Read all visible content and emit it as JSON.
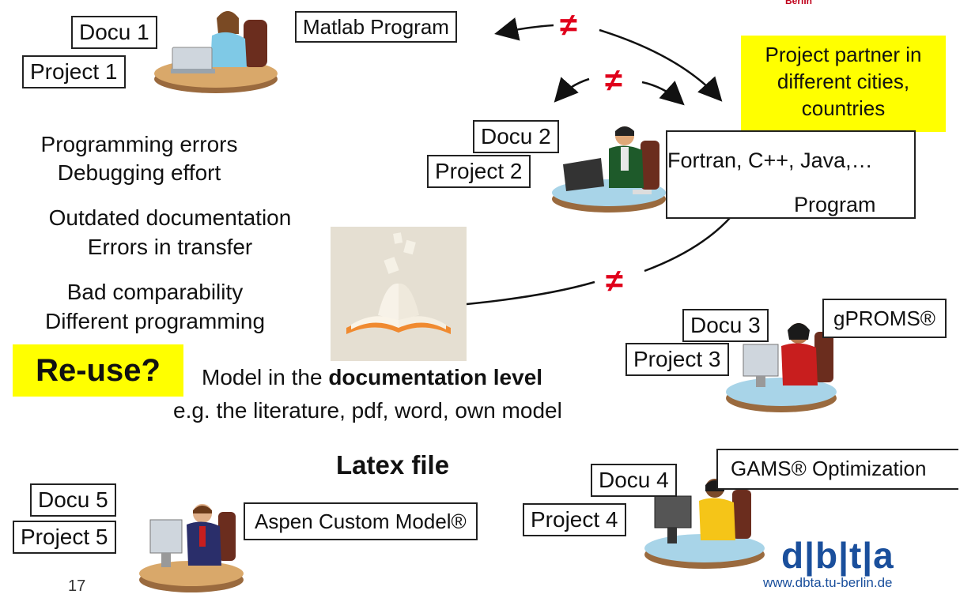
{
  "header": {
    "logo_text": "Berlin"
  },
  "projects": [
    {
      "docu": "Docu 1",
      "project": "Project 1"
    },
    {
      "docu": "Docu 2",
      "project": "Project 2"
    },
    {
      "docu": "Docu 3",
      "project": "Project 3"
    },
    {
      "docu": "Docu 4",
      "project": "Project 4"
    },
    {
      "docu": "Docu 5",
      "project": "Project 5"
    }
  ],
  "programs": {
    "matlab": "Matlab Program",
    "fortran_line1": "Fortran, C++, Java,…",
    "fortran_line2": "Program",
    "gproms": "gPROMS®",
    "gams": "GAMS® Optimization",
    "aspen": "Aspen Custom Model®"
  },
  "partner_note": {
    "line1": "Project partner in",
    "line2": "different cities,",
    "line3": "countries"
  },
  "problems": [
    "Programming errors",
    "Debugging effort",
    "Outdated documentation",
    "Errors in transfer",
    "Bad comparability",
    "Different programming"
  ],
  "reuse": "Re-use?",
  "model_line": {
    "prefix": "Model in the ",
    "bold": "documentation level"
  },
  "example_line": "e.g. the literature, pdf, word, own model",
  "latex": "Latex file",
  "neq_symbol": "≠",
  "footer": {
    "page_number": "17",
    "logo": "d|b|t|a",
    "url": "www.dbta.tu-berlin.de"
  },
  "colors": {
    "neq": "#e0001b",
    "highlight": "#ffff00",
    "logo": "#1a4f9c",
    "desk_top": "#b8865a",
    "desk_bottom": "#d9a86a"
  }
}
